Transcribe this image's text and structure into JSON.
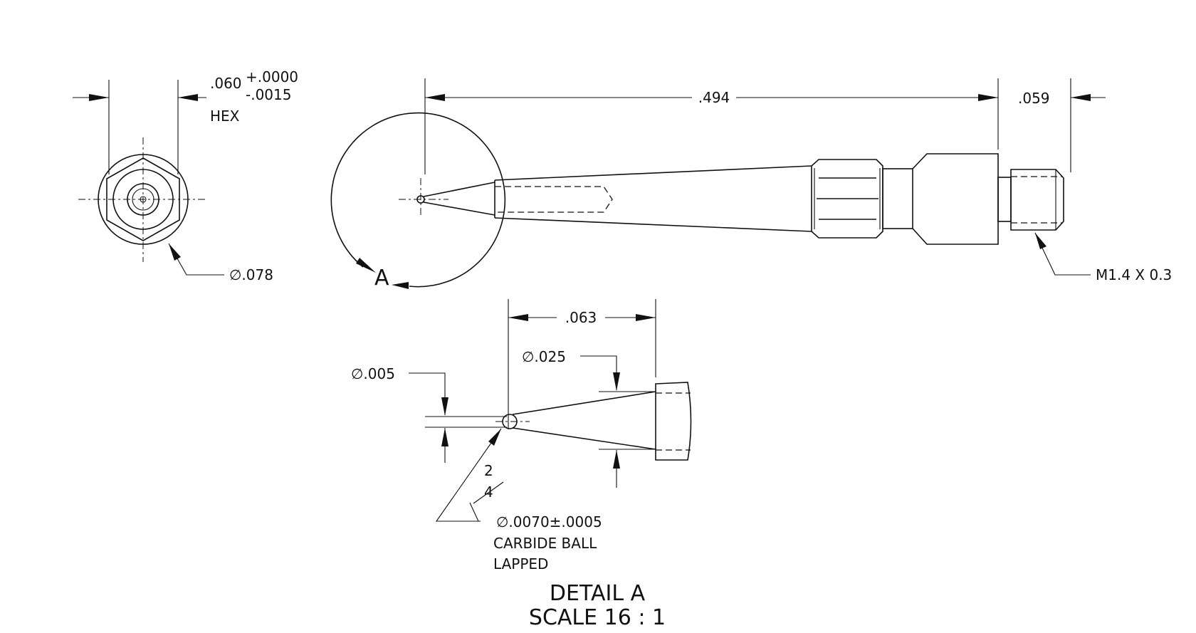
{
  "end_view": {
    "hex_dim_nominal": ".060",
    "hex_tol_plus": "+.0000",
    "hex_tol_minus": "-.0015",
    "hex_label": "HEX",
    "dia_label": "∅.078"
  },
  "side_view": {
    "length_label": ".494",
    "thread_length_label": ".059",
    "thread_label": "M1.4 X 0.3",
    "detail_callout": "A"
  },
  "detail": {
    "length_label": ".063",
    "cone_dia_label": "∅.025",
    "tip_dia_label": "∅.005",
    "angle_top": "2",
    "angle_bottom": "4",
    "ball_dia_label": "∅.0070±.0005",
    "ball_material": "CARBIDE BALL",
    "ball_finish": "LAPPED",
    "title": "DETAIL A",
    "scale": "SCALE 16 : 1"
  }
}
